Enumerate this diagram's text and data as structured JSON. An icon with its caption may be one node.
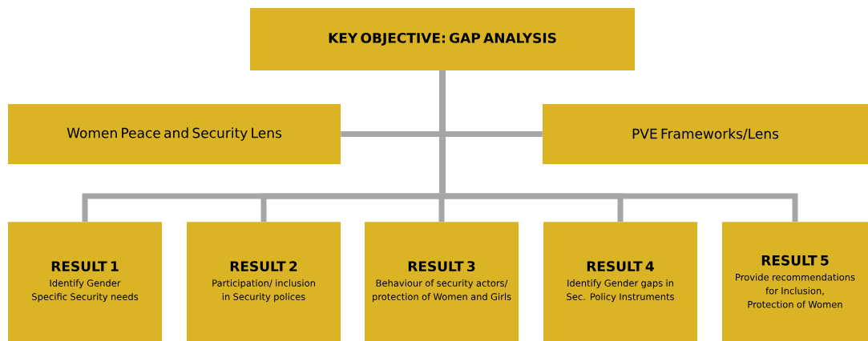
{
  "diagram": {
    "nodes": [
      {
        "text": [
          "KEY OBJECTIVE: GAP ANALYSIS"
        ]
      },
      {
        "text": [
          "Women Peace and Security Lens"
        ]
      },
      {
        "text": [
          "PVE Frameworks/Lens"
        ]
      },
      {
        "text": [
          "RESULT 1",
          "Identify Gender Specific Security needs"
        ]
      },
      {
        "text": [
          "RESULT 2",
          "Participation/ inclusion in Security polices"
        ]
      },
      {
        "text": [
          "RESULT 3",
          "Behaviour of security actors/ protection of Women and Girls"
        ]
      },
      {
        "text": [
          "RESULT 4",
          "Identify Gender gaps in Sec. Policy Instruments"
        ]
      },
      {
        "text": [
          "RESULT 5",
          "Provide recommendations for Inclusion, Protection of Women"
        ]
      }
    ],
    "edges": [
      {
        "from": 0,
        "to": 1,
        "arrow": "none"
      },
      {
        "from": 0,
        "to": 2,
        "arrow": "none"
      },
      {
        "from": 0,
        "to": 3,
        "arrow": "none"
      },
      {
        "from": 0,
        "to": 4,
        "arrow": "none"
      },
      {
        "from": 0,
        "to": 5,
        "arrow": "none"
      },
      {
        "from": 0,
        "to": 6,
        "arrow": "none"
      },
      {
        "from": 0,
        "to": 7,
        "arrow": "none"
      }
    ]
  }
}
